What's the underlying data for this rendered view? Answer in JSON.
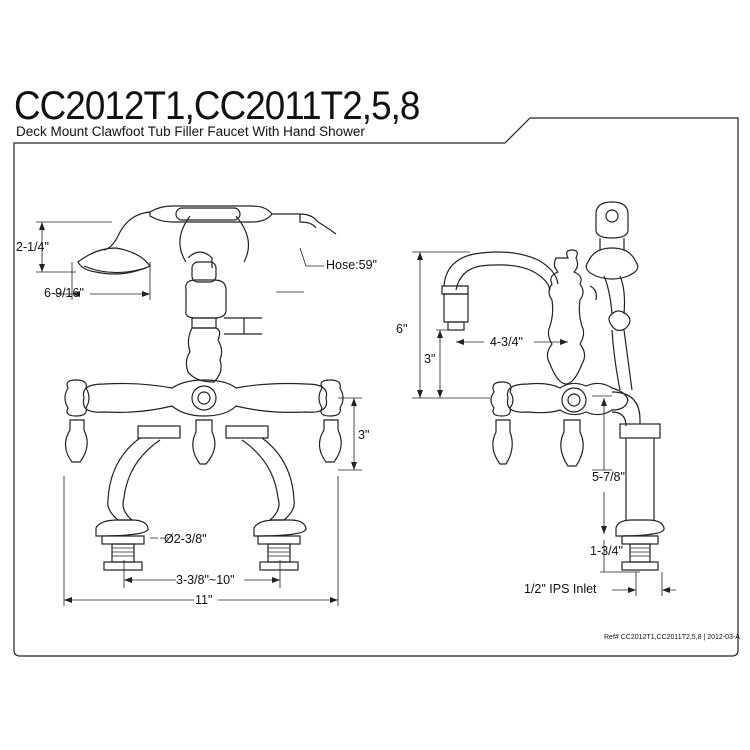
{
  "header": {
    "title": "CC2012T1,CC2011T2,5,8",
    "subtitle": "Deck Mount Clawfoot Tub Filler Faucet With Hand Shower"
  },
  "front_view": {
    "dim_handshower_height": "2-1/4\"",
    "dim_handshower_width": "6-9/16\"",
    "dim_hose": "Hose:59\"",
    "dim_handle_height": "3\"",
    "dim_diameter": "Ø2-3/8\"",
    "dim_centers": "3-3/8\"~10\"",
    "dim_overall_width": "11\""
  },
  "side_view": {
    "dim_total_height": "6\"",
    "dim_spout_height": "3\"",
    "dim_spout_reach": "4-3/4\"",
    "dim_riser_height": "5-7/8\"",
    "dim_shank_length": "1-3/4\"",
    "dim_inlet": "1/2\" IPS Inlet"
  },
  "footer": {
    "reference": "Ref# CC2012T1,CC2011T2,5,8 | 2012-03-A"
  }
}
